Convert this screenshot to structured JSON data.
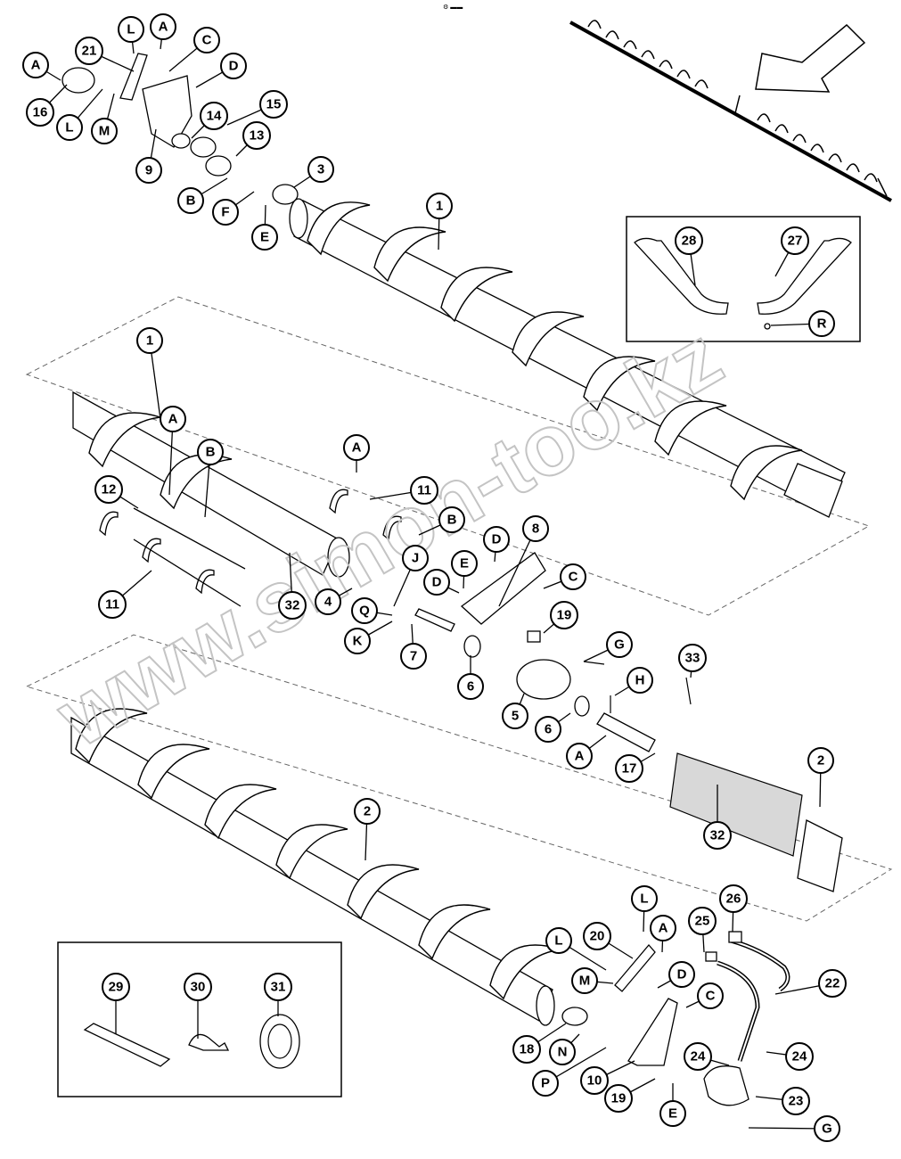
{
  "ref_mark": "⚙ ▬▬",
  "watermark": "www.simon-too.kz",
  "callouts": {
    "c1a": "1",
    "c1b": "1",
    "c2a": "2",
    "c2b": "2",
    "c3": "3",
    "c4": "4",
    "c5": "5",
    "c6a": "6",
    "c6b": "6",
    "c7": "7",
    "c8": "8",
    "c9": "9",
    "c10": "10",
    "c11a": "11",
    "c11b": "11",
    "c12": "12",
    "c13": "13",
    "c14": "14",
    "c15": "15",
    "c16": "16",
    "c17": "17",
    "c18": "18",
    "c19a": "19",
    "c19b": "19",
    "c20": "20",
    "c21": "21",
    "c22": "22",
    "c23": "23",
    "c24a": "24",
    "c24b": "24",
    "c25": "25",
    "c26": "26",
    "c27": "27",
    "c28": "28",
    "c29": "29",
    "c30": "30",
    "c31": "31",
    "c32a": "32",
    "c32b": "32",
    "c33": "33",
    "cA1": "A",
    "cA2": "A",
    "cA3": "A",
    "cA4": "A",
    "cA5": "A",
    "cA6": "A",
    "cB1": "B",
    "cB2": "B",
    "cB3": "B",
    "cC1": "C",
    "cC2": "C",
    "cC3": "C",
    "cD1": "D",
    "cD2": "D",
    "cD3": "D",
    "cD4": "D",
    "cE1": "E",
    "cE2": "E",
    "cE3": "E",
    "cF1": "F",
    "cG1": "G",
    "cG2": "G",
    "cH1": "H",
    "cJ1": "J",
    "cK1": "K",
    "cL1": "L",
    "cL2": "L",
    "cL3": "L",
    "cL4": "L",
    "cM1": "M",
    "cM2": "M",
    "cN1": "N",
    "cP1": "P",
    "cQ1": "Q",
    "cR1": "R"
  }
}
